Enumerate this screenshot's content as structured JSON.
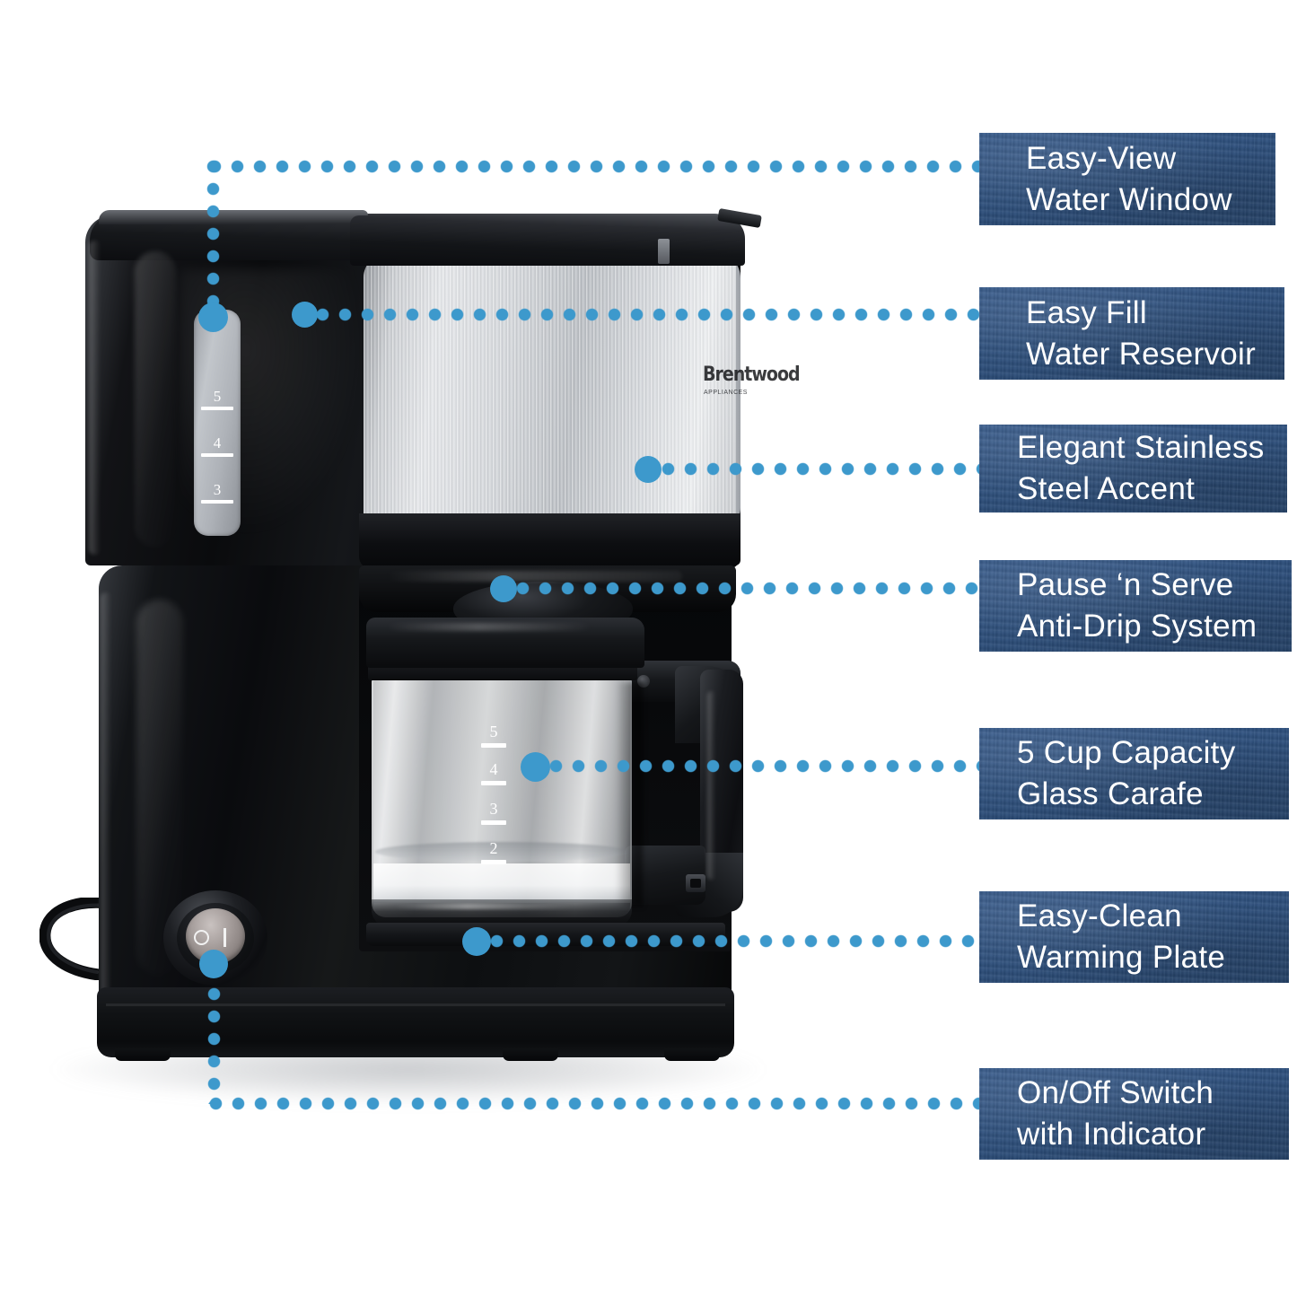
{
  "page": {
    "title": "Coffee Maker Feature Callouts",
    "background_color": "#ffffff"
  },
  "theme": {
    "label_bg": "#2d4f7c",
    "label_text": "#ffffff",
    "accent_dot": "#3d99cc",
    "product_black": "#0a0b0d",
    "stainless": "#d3d6da"
  },
  "callouts": [
    {
      "id": "easy-view-water-window",
      "line1": "Easy-View",
      "line2": "Water Window"
    },
    {
      "id": "easy-fill-water-reservoir",
      "line1": "Easy Fill",
      "line2": "Water Reservoir"
    },
    {
      "id": "elegant-stainless-steel-accent",
      "line1": "Elegant Stainless",
      "line2": "Steel Accent"
    },
    {
      "id": "pause-n-serve-anti-drip-system",
      "line1": "Pause ‘n Serve",
      "line2": "Anti-Drip System"
    },
    {
      "id": "5-cup-capacity-glass-carafe",
      "line1": "5 Cup Capacity",
      "line2": "Glass Carafe"
    },
    {
      "id": "easy-clean-warming-plate",
      "line1": "Easy-Clean",
      "line2": "Warming Plate"
    },
    {
      "id": "on-off-switch-with-indicator",
      "line1": "On/Off Switch",
      "line2": "with Indicator"
    }
  ],
  "product": {
    "name": "drip coffee maker",
    "water_window_markings": [
      "5",
      "4",
      "3"
    ],
    "carafe_markings": [
      "5",
      "4",
      "3",
      "2"
    ],
    "power_switch": {
      "off_symbol": "O",
      "on_symbol": "I"
    },
    "brand_logo": {
      "wordmark": "Brentwood",
      "subtext": "APPLIANCES"
    }
  }
}
